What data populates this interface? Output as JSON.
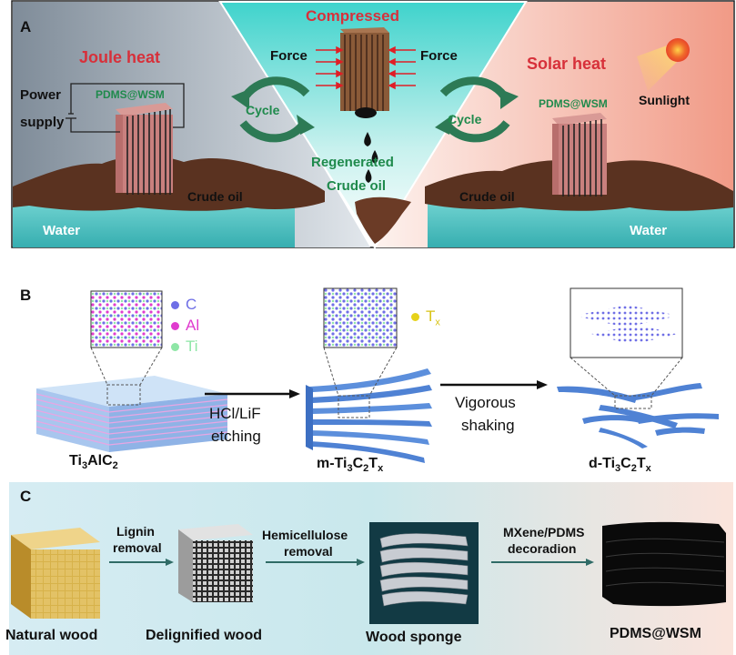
{
  "panel_a": {
    "letter": "A",
    "compressed": "Compressed",
    "force_left": "Force",
    "force_right": "Force",
    "joule_heat": "Joule heat",
    "solar_heat": "Solar heat",
    "power_line1": "Power",
    "power_line2": "supply",
    "pdms_left": "PDMS@WSM",
    "pdms_right": "PDMS@WSM",
    "sunlight": "Sunlight",
    "cycle_left": "Cycle",
    "cycle_right": "Cycle",
    "regenerated": "Regenerated",
    "crude_oil_center": "Crude oil",
    "crude_oil_left": "Crude oil",
    "crude_oil_right": "Crude oil",
    "water_left": "Water",
    "water_right": "Water",
    "colors": {
      "red_text": "#d7303a",
      "green_text": "#1f8a4c",
      "oil": "#5a3220",
      "water": "#4fc2c0",
      "wood_pink": "#c9807e"
    }
  },
  "panel_b": {
    "letter": "B",
    "legend": [
      {
        "label": "C",
        "color": "#6f6fe6"
      },
      {
        "label": "Al",
        "color": "#e03ccf"
      },
      {
        "label": "Ti",
        "color": "#8ee6a6"
      }
    ],
    "tx_label": "T",
    "tx_sub": "x",
    "tx_color": "#e6d21a",
    "step1_line1": "HCl/LiF",
    "step1_line2": "etching",
    "step2_line1": "Vigorous",
    "step2_line2": "shaking",
    "mat1": [
      "Ti",
      "3",
      "AlC",
      "2"
    ],
    "mat2": [
      "m-Ti",
      "3",
      "C",
      "2",
      "T",
      "x"
    ],
    "mat3": [
      "d-Ti",
      "3",
      "C",
      "2",
      "T",
      "x"
    ]
  },
  "panel_c": {
    "letter": "C",
    "step1_line1": "Lignin",
    "step1_line2": "removal",
    "step2_line1": "Hemicellulose",
    "step2_line2": "removal",
    "step3_line1": "MXene/PDMS",
    "step3_line2": "decoradion",
    "label_natural": "Natural wood",
    "label_delignified": "Delignified wood",
    "label_sponge": "Wood sponge",
    "label_pdms": "PDMS@WSM"
  }
}
